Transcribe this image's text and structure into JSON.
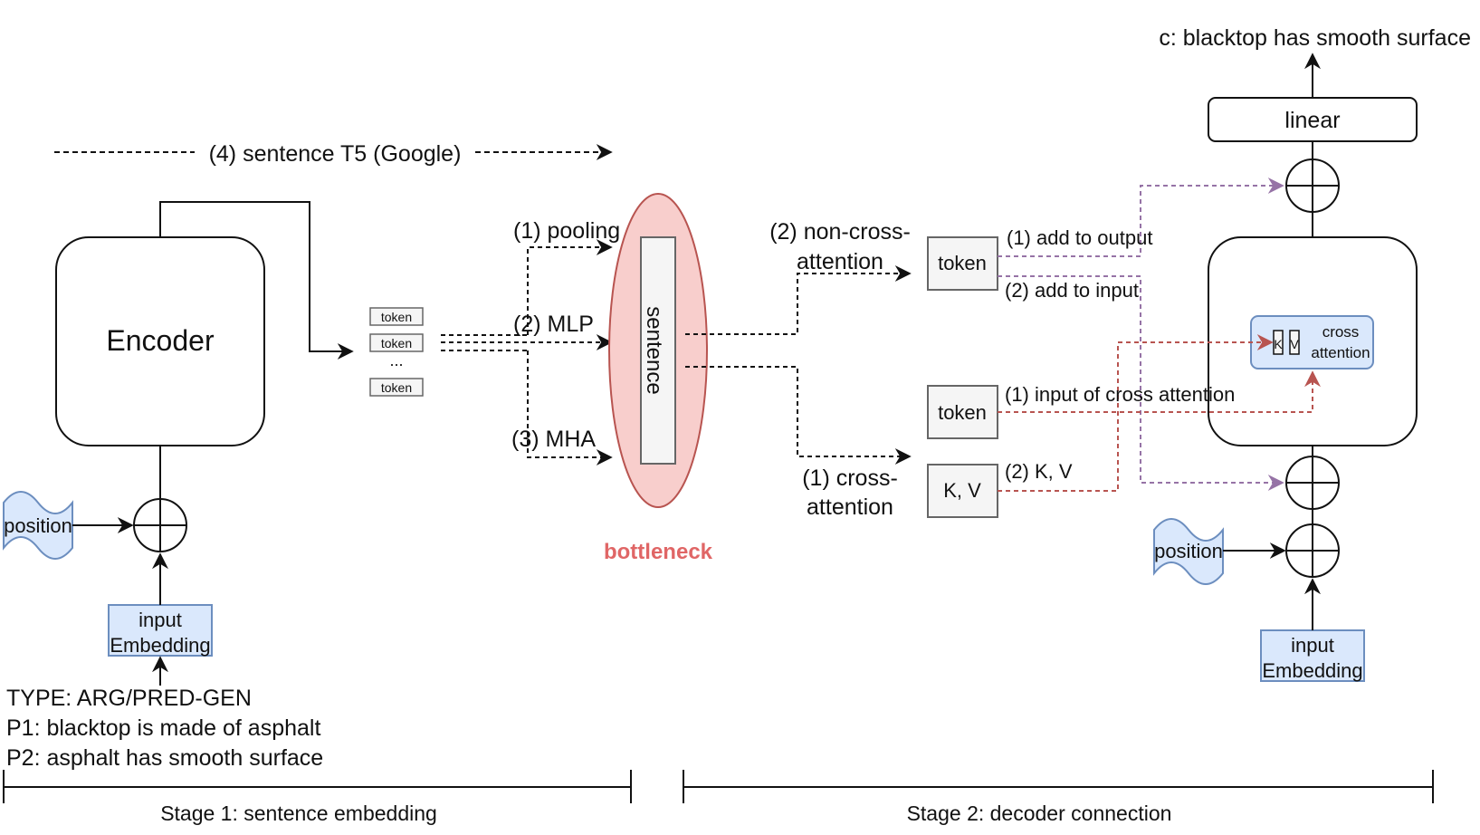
{
  "colors": {
    "black": "#111111",
    "purple": "#9673a6",
    "red": "#b85450",
    "bottleneck_fill": "#f8cecc",
    "bottleneck_text": "#e06666",
    "blue_fill": "#dae8fc",
    "blue_stroke": "#6c8ebf",
    "grey_fill": "#f5f5f5",
    "grey_stroke": "#666666"
  },
  "top_label": "(4) sentence T5 (Google)",
  "encoder": {
    "title": "Encoder",
    "position": "position",
    "embedding_line1": "input",
    "embedding_line2": "Embedding"
  },
  "token_stack": {
    "token": "token",
    "ellipsis": "..."
  },
  "methods": {
    "pooling": "(1) pooling",
    "mlp": "(2) MLP",
    "mha": "(3) MHA"
  },
  "bottleneck": {
    "sentence": "sentence",
    "label": "bottleneck"
  },
  "connections": {
    "non_cross_line1": "(2) non-cross-",
    "non_cross_line2": "attention",
    "cross_line1": "(1) cross-",
    "cross_line2": "attention",
    "token": "token",
    "kv": "K, V",
    "add_to_output": "(1) add to output",
    "add_to_input": "(2) add to input",
    "input_of_cross": "(1) input of cross attention",
    "kv_label": "(2) K, V"
  },
  "decoder": {
    "output": "c: blacktop has smooth surface",
    "linear": "linear",
    "cross_line1": "cross",
    "cross_line2": "attention",
    "k": "K",
    "v": "V",
    "position": "position",
    "embedding_line1": "input",
    "embedding_line2": "Embedding"
  },
  "inputs": {
    "type": "TYPE: ARG/PRED-GEN",
    "p1": "P1: blacktop is made of asphalt",
    "p2": "P2: asphalt has smooth surface"
  },
  "stages": {
    "stage1": "Stage 1: sentence embedding",
    "stage2": "Stage 2: decoder connection"
  }
}
